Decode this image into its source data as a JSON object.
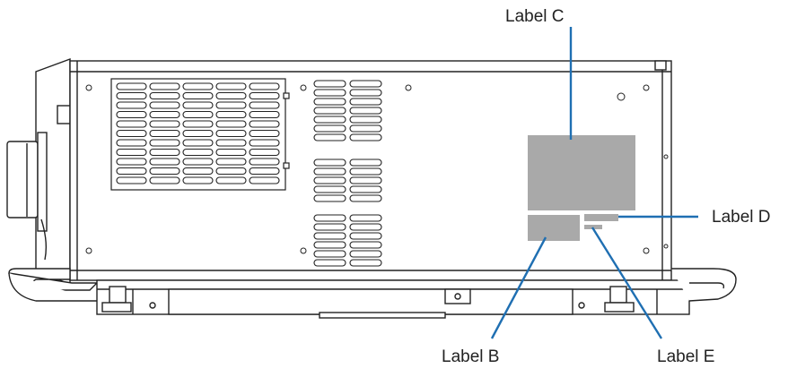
{
  "labels": {
    "label_c": "Label C",
    "label_d": "Label D",
    "label_b": "Label B",
    "label_e": "Label E"
  },
  "colors": {
    "outline": "#222222",
    "label_fill": "#a9a9a9",
    "leader_line": "#1f6fb2"
  }
}
